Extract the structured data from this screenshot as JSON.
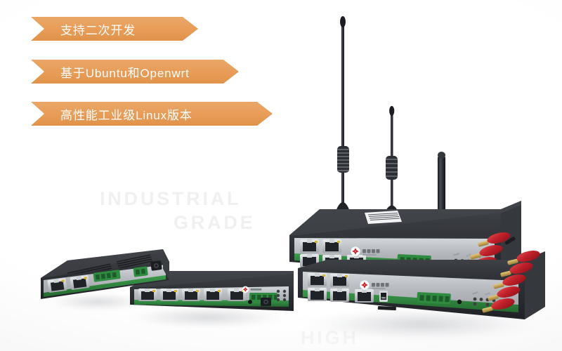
{
  "page": {
    "background_color": "#ffffff",
    "type": "product-marketing-photo"
  },
  "banners": {
    "accent_color": "#e8a05e",
    "text_color": "#ffffff",
    "items": [
      {
        "id": "banner-1",
        "label": "支持二次开发"
      },
      {
        "id": "banner-2",
        "label": "基于Ubuntu和Openwrt"
      },
      {
        "id": "banner-3",
        "label": "高性能工业级Linux版本"
      }
    ]
  },
  "watermarks": {
    "color": "#f0f0f1",
    "industrial": "INDUSTRIAL",
    "grade": "GRADE",
    "high": "HIGH"
  },
  "product_photo": {
    "description": "Industrial grade networking hardware group shot",
    "devices": [
      {
        "id": "router-top",
        "name": "industrial-cellular-router-top",
        "chassis_color": "#2e3034",
        "face_color": "#b9bcc0",
        "pcb_color": "#2f7d3c",
        "ethernet_ports": 5,
        "antennas": [
          {
            "type": "magnetic-whip",
            "height": "tall",
            "color": "#26282c"
          },
          {
            "type": "magnetic-whip",
            "height": "medium",
            "color": "#26282c"
          },
          {
            "type": "rubber-duck",
            "height": "short",
            "color": "#26282c"
          }
        ],
        "sma_connectors": 3,
        "sma_color": "#c0202a",
        "has_terminal_block": true,
        "has_barcode_label": true,
        "led_count": 9
      },
      {
        "id": "router-bottom",
        "name": "industrial-cellular-router-bottom",
        "chassis_color": "#2e3034",
        "face_color": "#b9bcc0",
        "pcb_color": "#2f7d3c",
        "ethernet_ports": 5,
        "sma_connectors": 5,
        "sma_color": "#c0202a",
        "has_usb_port": true,
        "has_sim_slot": true,
        "has_terminal_block": true,
        "led_count": 9
      },
      {
        "id": "switch-front",
        "name": "industrial-ethernet-switch",
        "chassis_color": "#2b2d31",
        "face_color": "#c3c6ca",
        "pcb_color": "#2f7d3c",
        "ethernet_ports": 5,
        "has_terminal_block": true,
        "has_dc_jack": true,
        "led_count": 6
      },
      {
        "id": "gateway-left",
        "name": "compact-industrial-gateway",
        "chassis_color": "#2b2d31",
        "face_color": "#c3c6ca",
        "pcb_color": "#2f7d3c",
        "ethernet_ports": 2,
        "terminal_blocks": 3,
        "has_dc_jack": true
      }
    ],
    "brand_logo": {
      "name": "brand-logo",
      "mark_color": "#c42127"
    }
  }
}
